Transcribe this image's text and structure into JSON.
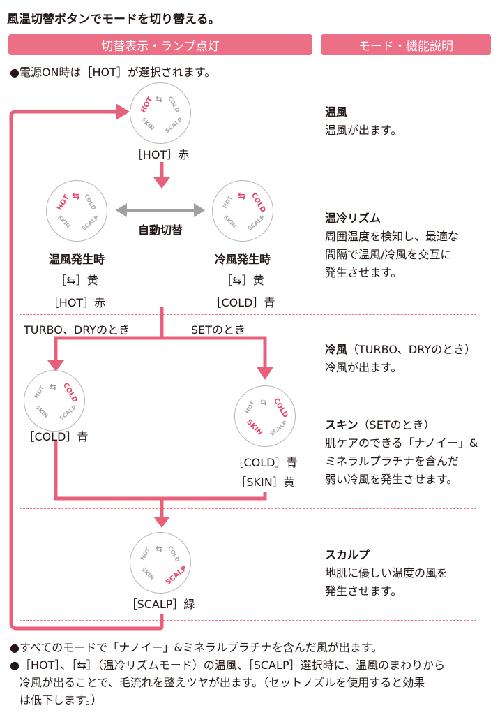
{
  "title": "風温切替ボタンでモードを切り替える。",
  "headers": {
    "left": "切替表示・ランプ点灯",
    "right": "モード・機能説明"
  },
  "power_on_note": "●電源ON時は［HOT］が選択されます。",
  "dial_labels": {
    "hot": "HOT",
    "cold": "COLD",
    "skin": "SKIN",
    "scalp": "SCALP",
    "switch_icon": "⇆"
  },
  "steps": {
    "hot": {
      "label": "［HOT］赤"
    },
    "auto": {
      "arrow_label": "自動切替",
      "warm_title": "温風発生時",
      "warm_lamp": "［⇆］黄",
      "warm_sub": "［HOT］赤",
      "cool_title": "冷風発生時",
      "cool_lamp": "［⇆］黄",
      "cool_sub": "［COLD］青"
    },
    "branch_left": "TURBO、DRYのとき",
    "branch_right": "SETのとき",
    "cold": {
      "label": "［COLD］青"
    },
    "skin": {
      "label1": "［COLD］青",
      "label2": "［SKIN］黄"
    },
    "scalp": {
      "label": "［SCALP］緑"
    }
  },
  "modes": [
    {
      "name": "温風",
      "name_suffix": "",
      "desc": [
        "温風が出ます。"
      ]
    },
    {
      "name": "温冷リズム",
      "name_suffix": "",
      "desc": [
        "周囲温度を検知し、最適な",
        "間隔で温風/冷風を交互に",
        "発生させます。"
      ]
    },
    {
      "name": "冷風",
      "name_suffix": "（TURBO、DRYのとき）",
      "desc": [
        "冷風が出ます。"
      ]
    },
    {
      "name": "スキン",
      "name_suffix": "（SETのとき）",
      "desc": [
        "肌ケアのできる「ナノイー」&",
        "ミネラルプラチナを含んだ",
        "弱い冷風を発生させます。"
      ]
    },
    {
      "name": "スカルプ",
      "name_suffix": "",
      "desc": [
        "地肌に優しい温度の風を",
        "発生させます。"
      ]
    }
  ],
  "footnotes": [
    "●すべてのモードで「ナノイー」&ミネラルプラチナを含んだ風が出ます。",
    "●［HOT］、［⇆］（温冷リズムモード）の温風、［SCALP］選択時に、温風のまわりから",
    "冷風が出ることで、毛流れを整えツヤが出ます。（セットノズルを使用すると効果",
    "は低下します。）"
  ],
  "colors": {
    "accent": "#ec6f86",
    "arrow": "#e8607a",
    "dial_on": "#e8476a"
  }
}
